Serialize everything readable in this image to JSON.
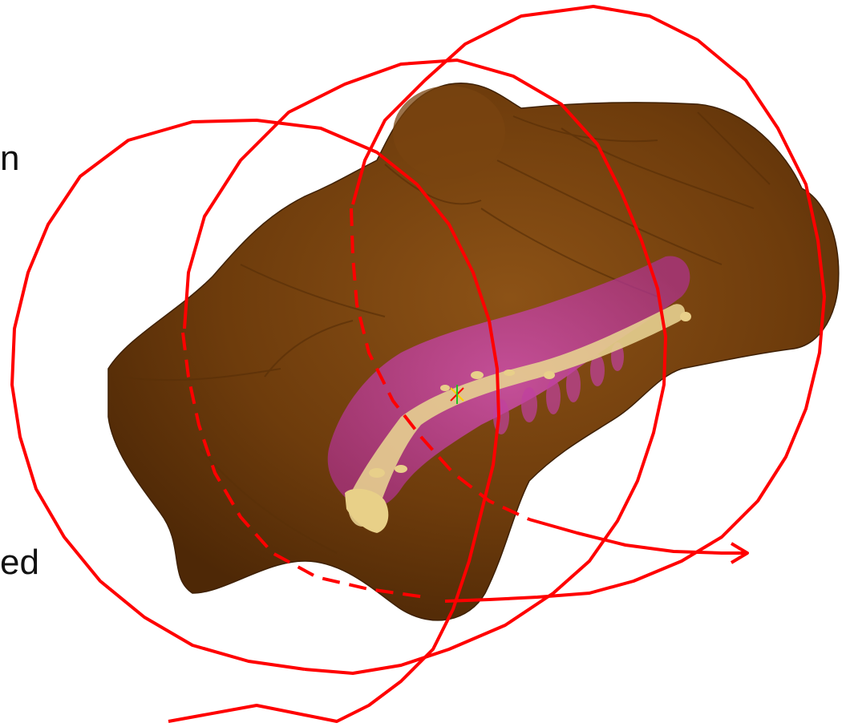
{
  "text_fragments": {
    "top": "n",
    "bottom": "ed"
  },
  "colors": {
    "background": "#ffffff",
    "organ_surface": "#7a4410",
    "organ_dark": "#5a3008",
    "colon_overlay": "#c040a0",
    "bone_fill": "#e8cf8a",
    "path_line": "#ff0000",
    "marker_green": "#20c020",
    "marker_yellow": "#ffd000"
  },
  "marker": {
    "name": "crosshair-marker"
  }
}
